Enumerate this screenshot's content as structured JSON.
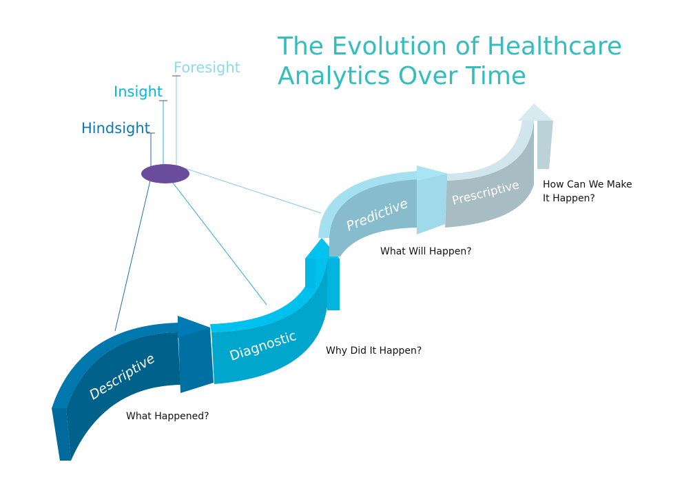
{
  "title": {
    "line1": "The Evolution of Healthcare",
    "line2": "Analytics Over Time"
  },
  "perspectives": [
    {
      "label": "Foresight",
      "color": "#8fd8ef"
    },
    {
      "label": "Insight",
      "color": "#00b8e6"
    },
    {
      "label": "Hindsight",
      "color": "#0b78b5"
    }
  ],
  "stages": [
    {
      "name": "Descriptive",
      "question": "What Happened?",
      "color": "#00618a"
    },
    {
      "name": "Diagnostic",
      "question": "Why Did It Happen?",
      "color": "#00a6cc"
    },
    {
      "name": "Predictive",
      "question": "What Will Happen?",
      "color": "#86bccb"
    },
    {
      "name": "Prescriptive",
      "question_line1": "How Can We Make",
      "question_line2": "It Happen?",
      "color": "#a8bcc4"
    }
  ],
  "hub_color": "#6a4c9c"
}
